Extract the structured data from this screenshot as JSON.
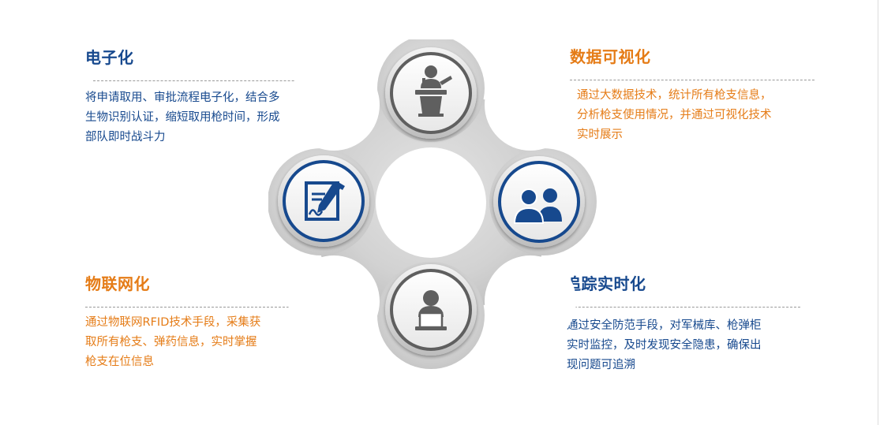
{
  "colors": {
    "blue": "#17498e",
    "orange": "#e57c17",
    "grey": "#5f5f5f"
  },
  "sections": {
    "electronic": {
      "title": "电子化",
      "desc": "将申请取用、审批流程电子化，结合多\n生物识别认证，缩短取用枪时间，形成\n部队即时战斗力"
    },
    "visualization": {
      "title": "数据可视化",
      "desc": "通过大数据技术，统计所有枪支信息，\n分析枪支使用情况，并通过可视化技术\n实时展示"
    },
    "iot": {
      "title": "物联网化",
      "desc": "通过物联网RFID技术手段，采集获\n取所有枪支、弹药信息，实时掌握\n枪支在位信息"
    },
    "tracking": {
      "title": "追踪实时化",
      "desc": "通过安全防范手段，对军械库、枪弹柜\n实时监控，及时发现安全隐患，确保出\n现问题可追溯"
    }
  },
  "icons": {
    "top": "speaker-podium-icon",
    "left": "document-signature-icon",
    "right": "user-group-icon",
    "bottom": "laptop-user-icon"
  }
}
